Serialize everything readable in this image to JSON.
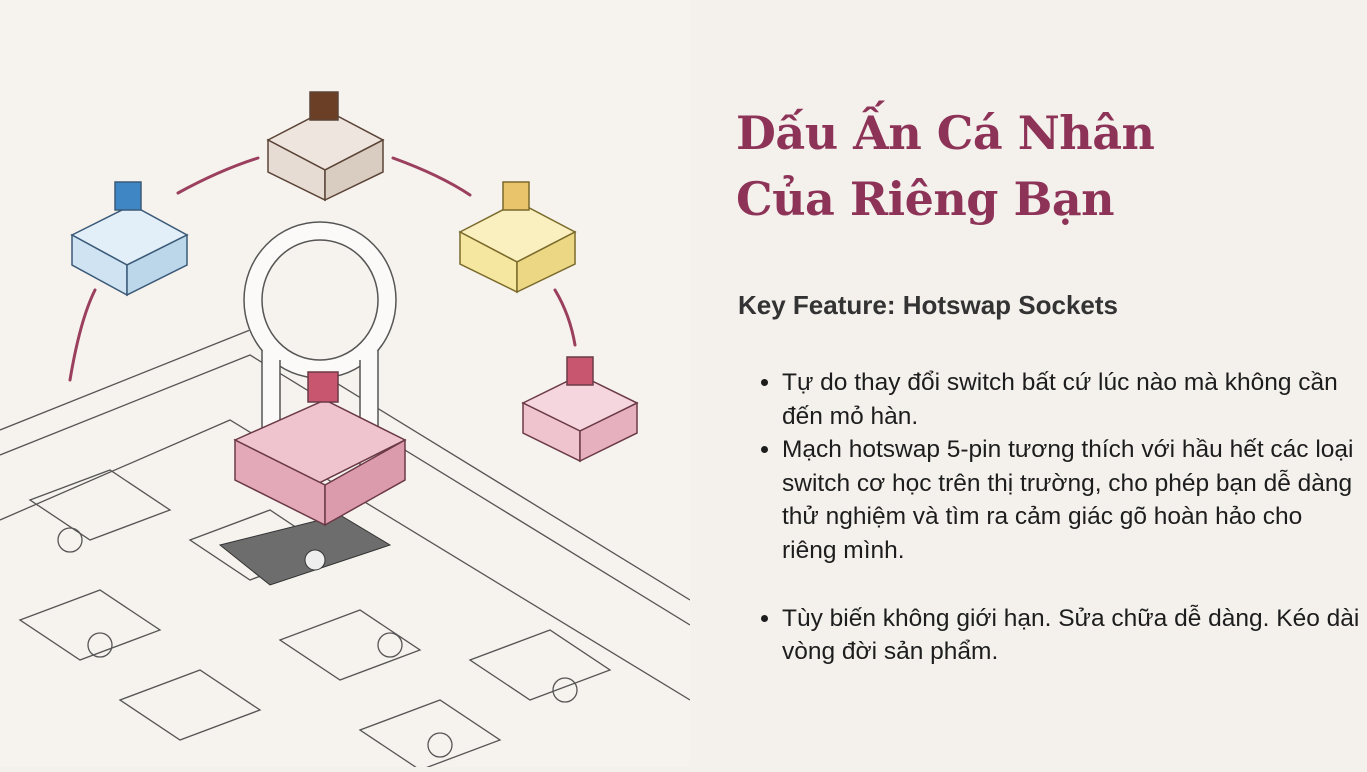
{
  "slide": {
    "title_line1": "Dấu Ấn Cá Nhân",
    "title_line2": "Của Riêng Bạn",
    "subtitle": "Key Feature: Hotswap Sockets",
    "bullets": [
      "Tự do thay đổi switch bất cứ lúc nào mà không cần đến mỏ hàn.",
      "Mạch hotswap 5-pin tương thích với hầu hết các loại switch cơ học trên thị trường, cho phép bạn dễ dàng thử nghiệm và tìm ra cảm giác gõ hoàn hảo cho riêng mình.",
      "Tùy biến không giới hạn. Sửa chữa dễ dàng. Kéo dài vòng đời sản phẩm."
    ]
  },
  "colors": {
    "title": "#8e3358",
    "switch_blue": "#cfe3f2",
    "switch_brown": "#e6dcd3",
    "switch_yellow": "#f6e7a0",
    "switch_pink": "#f0c4cf",
    "arc": "#9b3f5f"
  }
}
